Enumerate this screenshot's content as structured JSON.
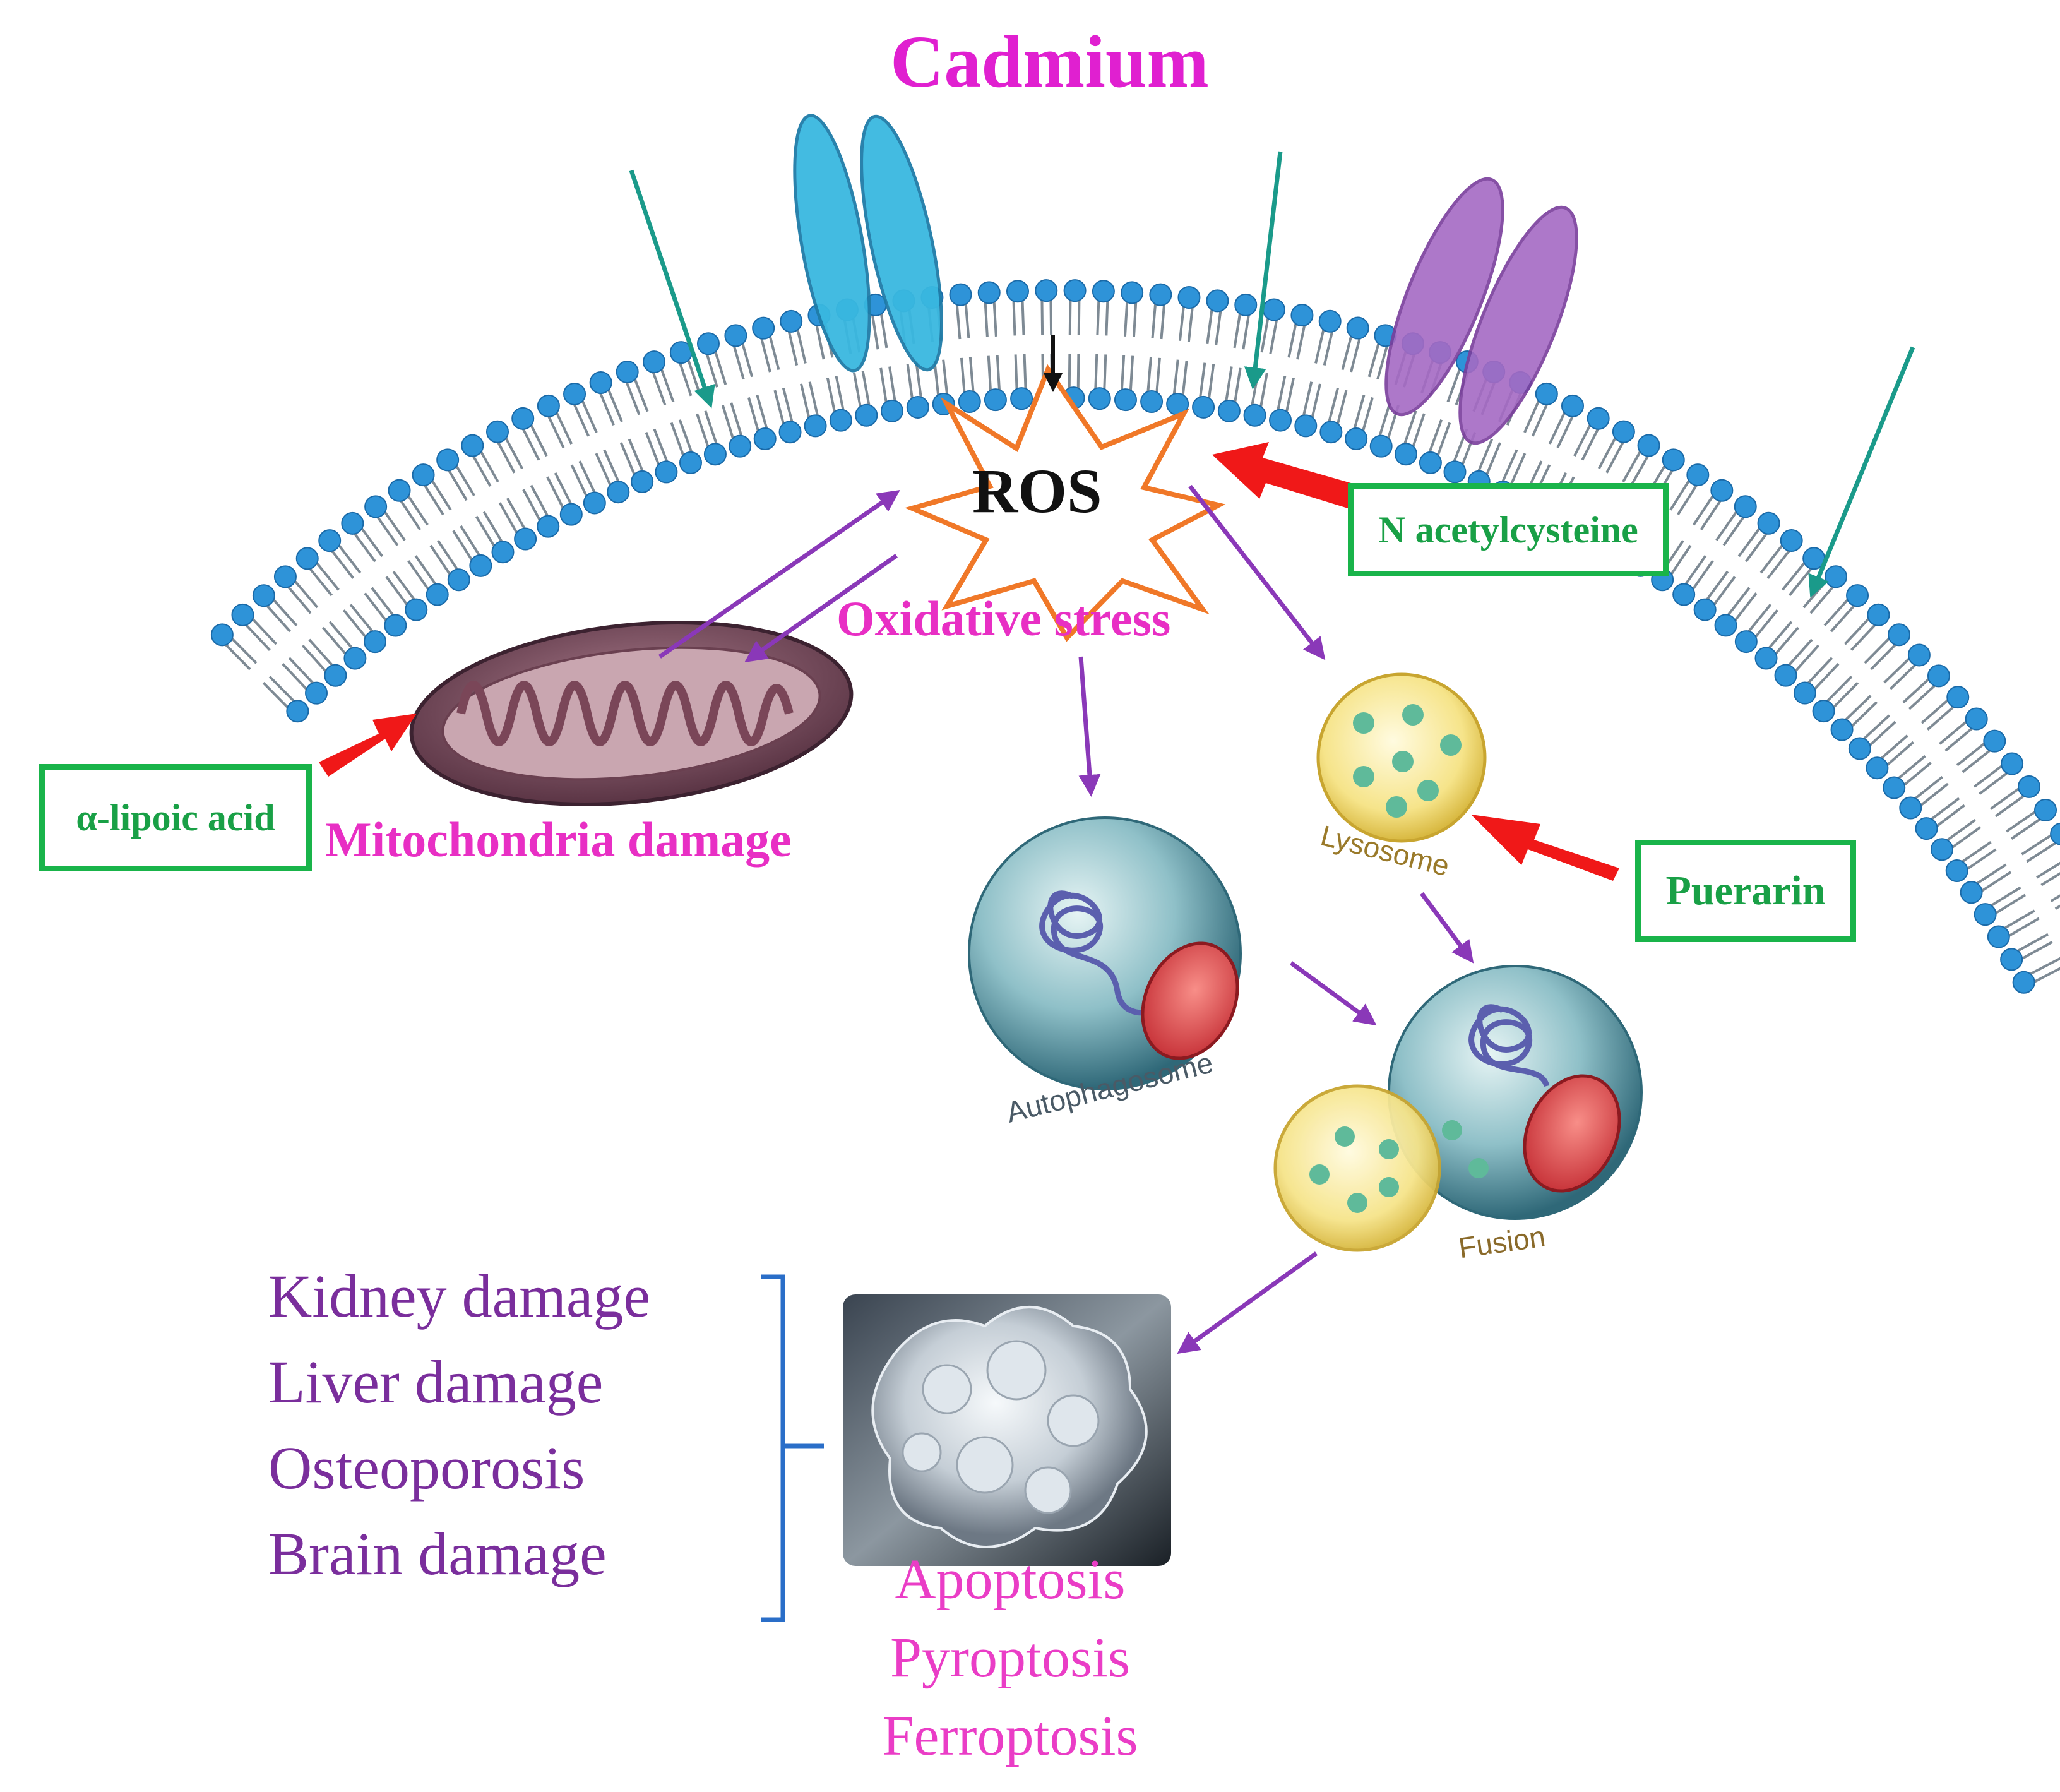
{
  "title": "Cadmium",
  "ros": {
    "label": "ROS",
    "caption": "Oxidative stress"
  },
  "mitochondria": {
    "caption": "Mitochondria damage"
  },
  "organelles": {
    "autophagosome": "Autophagosome",
    "lysosome": "Lysosome",
    "fusion": "Fusion"
  },
  "interventions": {
    "nac": "N acetylcysteine",
    "lipoic": "α-lipoic acid",
    "puerarin": "Puerarin"
  },
  "outcomes": {
    "organ_damage": [
      "Kidney damage",
      "Liver damage",
      "Osteoporosis",
      "Brain damage"
    ],
    "cell_death": [
      "Apoptosis",
      "Pyroptosis",
      "Ferroptosis"
    ]
  },
  "colors": {
    "title": "#e020d0",
    "pathway_arrow": "#8a38b8",
    "inhibitor_arrow": "#f01818",
    "drug_box": "#19b44a",
    "organ_text": "#7a2e9c",
    "death_text": "#ea3dc6",
    "membrane_head": "#2e93d8",
    "channel_blue": "#39b8e0",
    "channel_purple": "#a56ac4"
  }
}
